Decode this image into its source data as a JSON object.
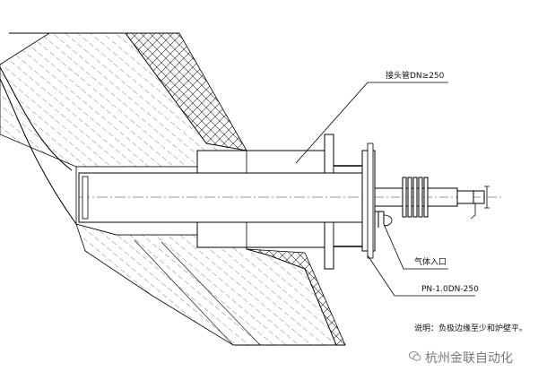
{
  "labels": {
    "pipe": "接头管DN≥250",
    "gas_inlet": "气体入口",
    "pressure": "PN-1.0DN-250",
    "note": "说明：负极边缘至少和炉壁平。"
  },
  "watermark": {
    "text": "杭州金联自动化",
    "icon": "wechat-logo-icon"
  }
}
